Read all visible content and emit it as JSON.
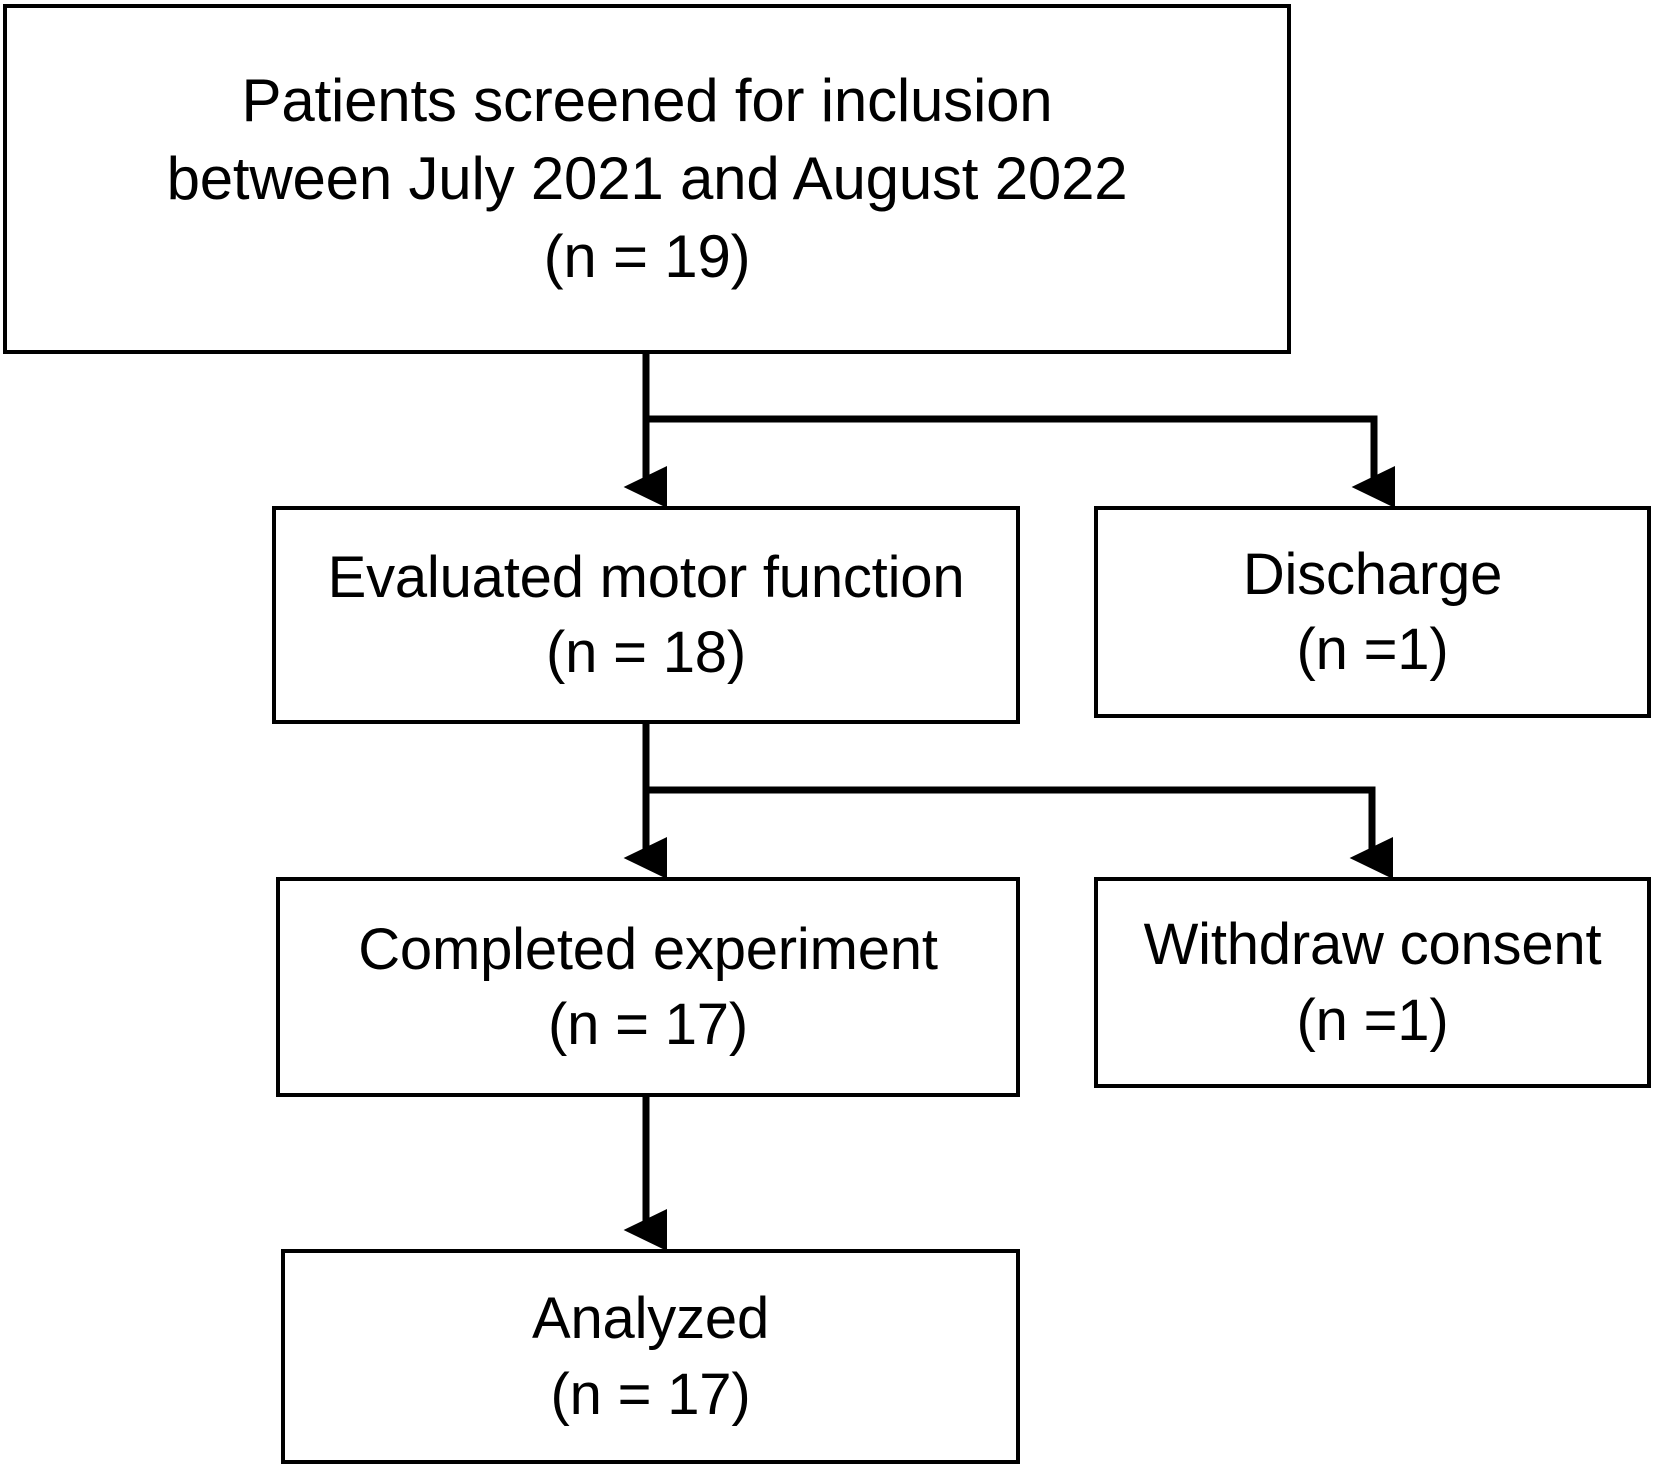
{
  "diagram": {
    "title": "Patient flow diagram",
    "type": "flowchart",
    "orientation": "top-to-bottom",
    "stroke_color": "#000000",
    "fill_color": "#ffffff",
    "text_color": "#000000"
  },
  "nodes": [
    {
      "id": "screened",
      "lines": [
        "Patients screened for inclusion",
        "between July 2021 and August 2022",
        "(n = 19)"
      ],
      "count": 19
    },
    {
      "id": "evaluated",
      "lines": [
        "Evaluated motor function",
        "(n = 18)"
      ],
      "count": 18
    },
    {
      "id": "discharge",
      "lines": [
        "Discharge",
        "(n =1)"
      ],
      "count": 1
    },
    {
      "id": "completed",
      "lines": [
        "Completed experiment",
        "(n = 17)"
      ],
      "count": 17
    },
    {
      "id": "withdraw",
      "lines": [
        "Withdraw consent",
        "(n =1)"
      ],
      "count": 1
    },
    {
      "id": "analyzed",
      "lines": [
        "Analyzed",
        "(n = 17)"
      ],
      "count": 17
    }
  ],
  "edges": [
    {
      "id": "screened-to-evaluated",
      "from": "screened",
      "to": "evaluated",
      "style": "straight-arrow"
    },
    {
      "id": "screened-to-discharge",
      "from": "screened",
      "to": "discharge",
      "style": "elbow-arrow"
    },
    {
      "id": "evaluated-to-completed",
      "from": "evaluated",
      "to": "completed",
      "style": "straight-arrow"
    },
    {
      "id": "evaluated-to-withdraw",
      "from": "evaluated",
      "to": "withdraw",
      "style": "elbow-arrow"
    },
    {
      "id": "completed-to-analyzed",
      "from": "completed",
      "to": "analyzed",
      "style": "straight-arrow"
    }
  ]
}
